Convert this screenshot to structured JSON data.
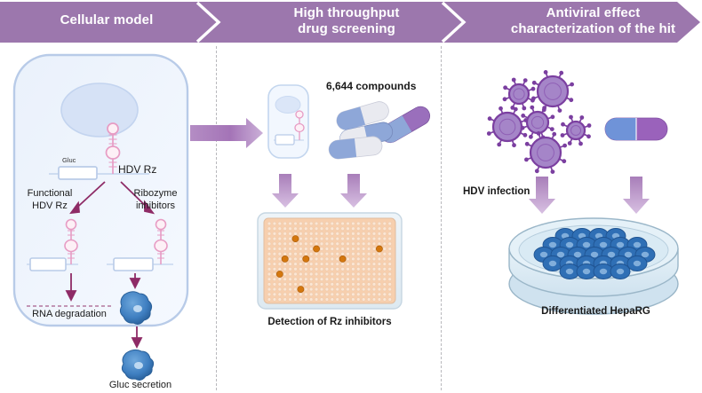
{
  "figure": {
    "title_bar": {
      "background_color": "#9c77ad",
      "stages": [
        {
          "id": "stage-1",
          "label": "Cellular model"
        },
        {
          "id": "stage-2",
          "label": "High throughput\ndrug screening",
          "line1": "High throughput",
          "line2": "drug screening"
        },
        {
          "id": "stage-3",
          "label": "Antiviral effect\ncharacterization of the hit",
          "line1": "Antiviral effect",
          "line2": "characterization of the hit"
        }
      ]
    },
    "panel_cellular_model": {
      "labels": {
        "hdv_rz": "HDV Rz",
        "gluc": "Gluc",
        "functional_line1": "Functional",
        "functional_line2": "HDV Rz",
        "inhibitors_line1": "Ribozyme",
        "inhibitors_line2": "inhibitors",
        "rna_degradation": "RNA degradation",
        "gluc_secretion": "Gluc secretion"
      },
      "colors": {
        "cell_fill": "#eef3fc",
        "cell_stroke": "#b8cbe8",
        "nucleus_fill": "#d3e0f5",
        "rna_pink": "#efa8c8",
        "arrow_magenta": "#8e2b66",
        "protein_blue": "#3c7cc0"
      }
    },
    "panel_screening": {
      "labels": {
        "compounds": "6,644 compounds",
        "detection": "Detection of Rz inhibitors"
      },
      "colors": {
        "plate_fill": "#f7cfae",
        "plate_frame": "#dfe9f0",
        "hit_dot": "#d4770e",
        "pill_blue": "#8ea7d8",
        "pill_white": "#e8e9ee",
        "pill_purple": "#9a6fbc"
      },
      "plate": {
        "rows": 16,
        "cols": 24,
        "hit_count": 8
      }
    },
    "panel_antiviral": {
      "labels": {
        "hdv_infection": "HDV infection",
        "heparg": "Differentiated HepaRG"
      },
      "colors": {
        "virus_fill": "#a585c8",
        "virus_stroke": "#7b3fa0",
        "dish_fill": "#dceaf3",
        "dish_stroke": "#9ab6c8",
        "cells_blue": "#2f6fb5",
        "pill_blue": "#6f93d8",
        "pill_purple": "#9a62bb"
      },
      "virus_count": 6
    },
    "arrows": {
      "flow_arrow_color": "#a77fb8",
      "down_arrow_color": "#b58cc6"
    }
  }
}
